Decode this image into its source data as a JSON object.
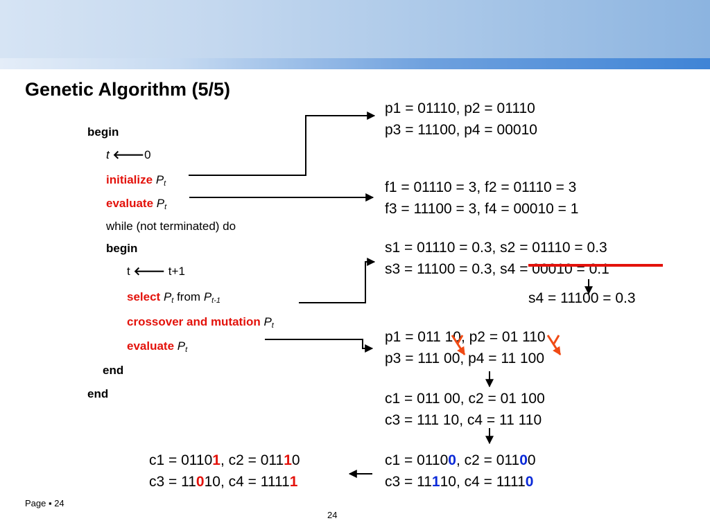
{
  "slide": {
    "title": "Genetic Algorithm (5/5)",
    "footer_page": "Page ▪ 24",
    "footer_number": "24"
  },
  "pseudocode": {
    "begin_outer": "begin",
    "t_var": "t",
    "arrow_sym": "🡐",
    "zero": "0",
    "initialize_kw": "initialize",
    "evaluate_kw": "evaluate",
    "p_var": "P",
    "t_sub": "t",
    "while_line": "while (not terminated) do",
    "begin_inner": "begin",
    "t_plain": "t",
    "t_plus_one": "t+1",
    "select_kw": "select",
    "from_word": "from",
    "t_minus_one_sub": "t-1",
    "crossover_kw": "crossover and mutation",
    "evaluate_kw2": "evaluate",
    "end_inner": "end",
    "end_outer": "end"
  },
  "results": {
    "population": [
      "p1 = 01110, p2 = 01110",
      "p3 = 11100, p4 = 00010"
    ],
    "fitness": [
      "f1 = 01110 = 3, f2 = 01110 = 3",
      "f3 = 11100 = 3, f4 = 00010 = 1"
    ],
    "selection": [
      "s1 = 01110 = 0.3, s2 = 01110 = 0.3",
      "s3 = 11100 = 0.3, s4 = 00010 = 0.1"
    ],
    "selection_replacement": "s4 = 11100 = 0.3",
    "crossover_points": [
      "p1 = 011 10, p2 = 01 110",
      "p3 = 111 00, p4 = 11 100"
    ],
    "children": [
      "c1 = 011 00, c2 = 01 100",
      "c3 = 111 10, c4 = 11 110"
    ],
    "mutation_marked": {
      "c1_prefix": "c1 = 0110",
      "c1_bit": "0",
      "c2_prefix": ", c2 = 011",
      "c2_bit": "0",
      "c2_suffix": "0",
      "c3_prefix": "c3 = 11",
      "c3_bit": "1",
      "c3_suffix": "10, c4 = 1111",
      "c4_bit": "0"
    },
    "mutated": {
      "c1_prefix": "c1 = 0110",
      "c1_bit": "1",
      "c2_prefix": ", c2 = 011",
      "c2_bit": "1",
      "c2_suffix": "0",
      "c3_prefix": "c3 = 11",
      "c3_bit": "0",
      "c3_suffix": "10, c4 = 1111",
      "c4_bit": "1"
    }
  },
  "colors": {
    "keyword_red": "#e3120b",
    "mutation_blue": "#0b2ad8",
    "crossover_mark": "#f04a14",
    "strike": "#e3120b"
  }
}
